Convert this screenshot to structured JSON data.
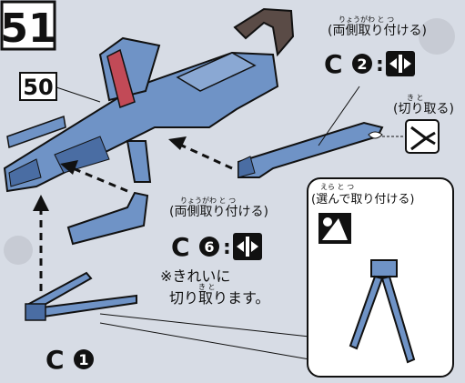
{
  "step": {
    "number": "51",
    "previous_step_ref": "50"
  },
  "parts": {
    "c2": {
      "label": "C",
      "num": "2",
      "note_furigana": "りょうがわ と つ",
      "note": "(両側取り付ける)"
    },
    "c6": {
      "label": "C",
      "num": "6",
      "note_furigana": "りょうがわ と つ",
      "note": "(両側取り付ける)",
      "caution_line1": "※きれいに",
      "caution_line2": "切り取ります。",
      "caution_furigana": "き と"
    },
    "c1": {
      "label": "C",
      "num": "1"
    }
  },
  "callouts": {
    "cut": {
      "furigana": "き と",
      "text": "(切り取る)"
    },
    "choose": {
      "furigana": "えら と つ",
      "text": "(選んで取り付ける)"
    }
  },
  "colors": {
    "part_fill": "#6f93c6",
    "part_dark": "#4a6da3",
    "accent_red": "#c24a57",
    "line": "#111111",
    "background": "#d7dce5"
  }
}
